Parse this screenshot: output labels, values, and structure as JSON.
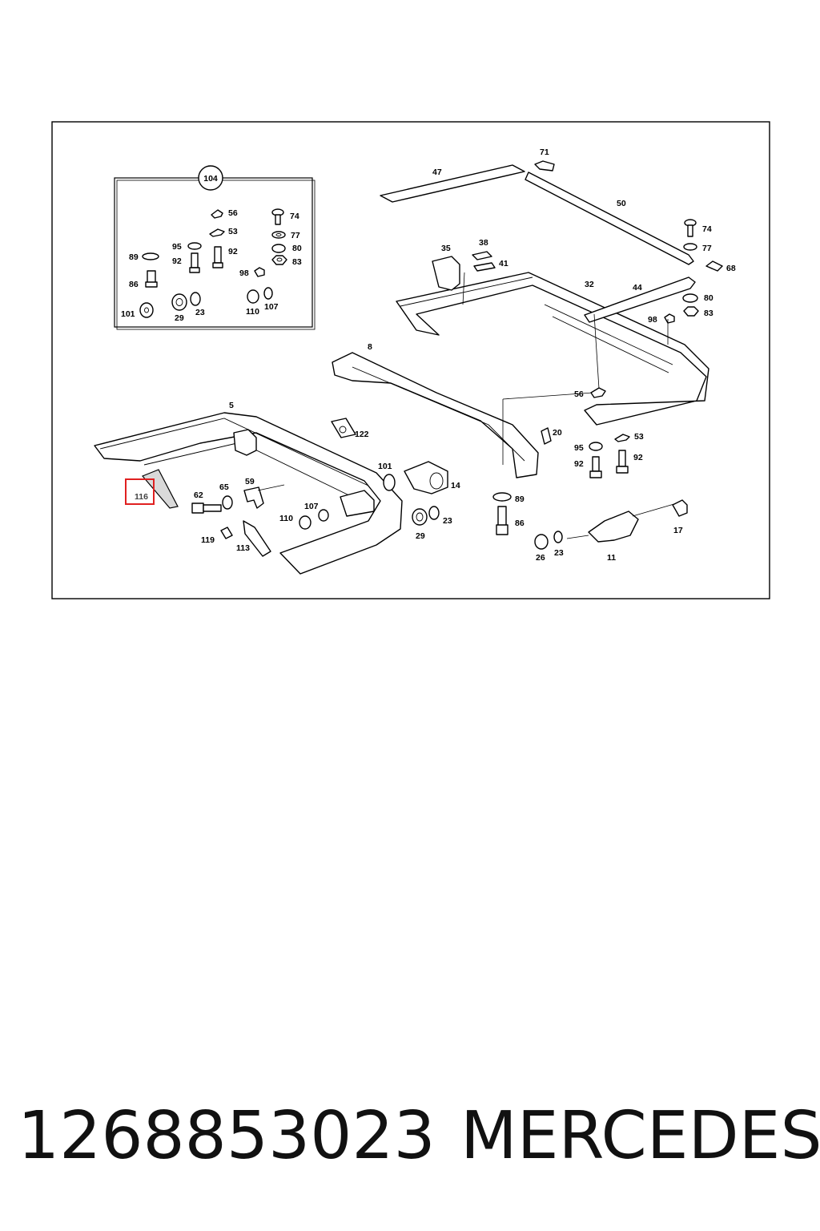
{
  "diagram": {
    "kit_label": "104",
    "kit_callouts": [
      "56",
      "53",
      "74",
      "77",
      "80",
      "83",
      "95",
      "92",
      "92",
      "89",
      "86",
      "98",
      "101",
      "29",
      "23",
      "110",
      "107"
    ],
    "callouts": [
      "71",
      "47",
      "50",
      "74",
      "77",
      "68",
      "35",
      "38",
      "41",
      "32",
      "44",
      "80",
      "83",
      "98",
      "8",
      "56",
      "5",
      "122",
      "20",
      "53",
      "95",
      "92",
      "92",
      "101",
      "14",
      "89",
      "86",
      "62",
      "65",
      "59",
      "107",
      "110",
      "23",
      "29",
      "116",
      "119",
      "113",
      "26",
      "23",
      "11",
      "17"
    ],
    "highlighted_callout": "116",
    "highlight_color": "#e02020"
  },
  "caption": {
    "part_number": "1268853023",
    "brand": "MERCEDES"
  }
}
